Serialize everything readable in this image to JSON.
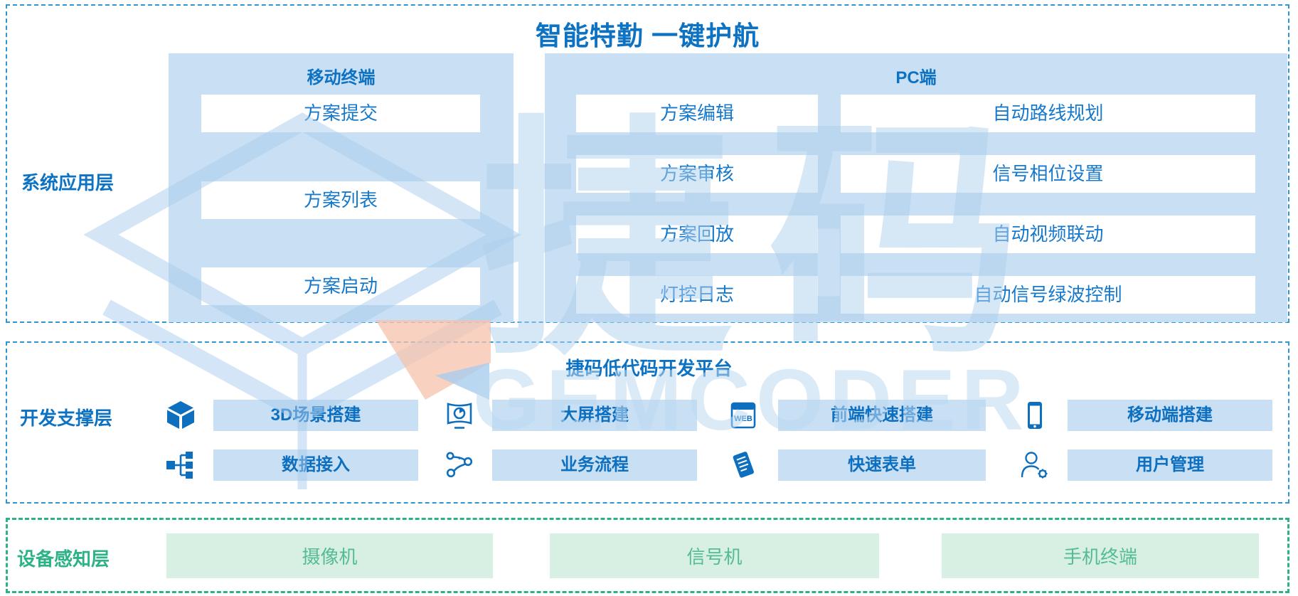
{
  "title": "智能特勤 一键护航",
  "watermark": {
    "cn": "捷码",
    "en": "GEMCODER"
  },
  "layers": {
    "application": {
      "label": "系统应用层",
      "mobile": {
        "header": "移动终端",
        "items": [
          "方案提交",
          "方案列表",
          "方案启动"
        ]
      },
      "pc": {
        "header": "PC端",
        "left_items": [
          "方案编辑",
          "方案审核",
          "方案回放",
          "灯控日志"
        ],
        "right_items": [
          "自动路线规划",
          "信号相位设置",
          "自动视频联动",
          "自动信号绿波控制"
        ]
      }
    },
    "development": {
      "label": "开发支撑层",
      "platform_title": "捷码低代码开发平台",
      "web_icon_text": "WEB",
      "row1": [
        {
          "icon": "cube-3d-icon",
          "label": "3D场景搭建"
        },
        {
          "icon": "screen-pie-icon",
          "label": "大屏搭建"
        },
        {
          "icon": "web-icon",
          "label": "前端快速搭建"
        },
        {
          "icon": "phone-icon",
          "label": "移动端搭建"
        }
      ],
      "row2": [
        {
          "icon": "tree-icon",
          "label": "数据接入"
        },
        {
          "icon": "flow-icon",
          "label": "业务流程"
        },
        {
          "icon": "form-icon",
          "label": "快速表单"
        },
        {
          "icon": "user-gear-icon",
          "label": "用户管理"
        }
      ]
    },
    "device": {
      "label": "设备感知层",
      "items": [
        "摄像机",
        "信号机",
        "手机终端"
      ]
    }
  },
  "colors": {
    "primary_blue": "#0d72c2",
    "box_text_blue": "#1779cb",
    "panel_bg": "#c9dff3",
    "dashed_blue": "#2f96d4",
    "green": "#2bb287",
    "green_box_bg": "#d8f0e4",
    "green_box_text": "#55bb93",
    "watermark_blue": "#a9cdee",
    "watermark_salmon": "#f6c1ac"
  }
}
